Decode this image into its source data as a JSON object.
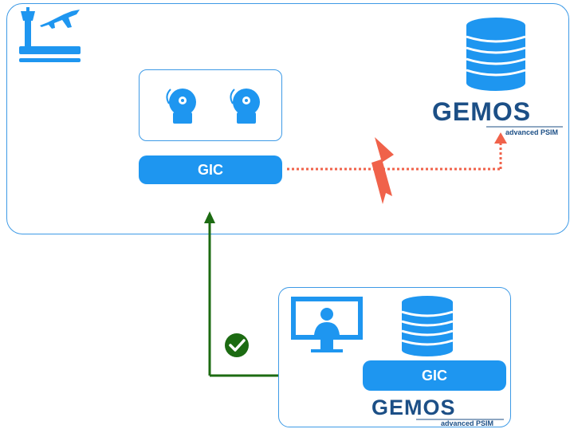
{
  "site_panel": {
    "gic_label": "GIC",
    "gemos_word": "GEMOS",
    "gemos_sub": "advanced PSIM"
  },
  "remote_panel": {
    "gic_label": "GIC",
    "gemos_word": "GEMOS",
    "gemos_sub": "advanced PSIM"
  },
  "icons": {
    "airport": "airport-tower-plane-icon",
    "alarm": "alarm-bell-icon",
    "database": "database-icon",
    "monitor": "monitor-user-icon",
    "lightning": "lightning-bolt-icon",
    "check": "check-circle-icon"
  },
  "colors": {
    "blue": "#1e96f0",
    "panel_border": "#3d9ae6",
    "broken_link": "#f0624a",
    "ok_link": "#1c6b12",
    "gemos_text": "#1c4f86"
  }
}
